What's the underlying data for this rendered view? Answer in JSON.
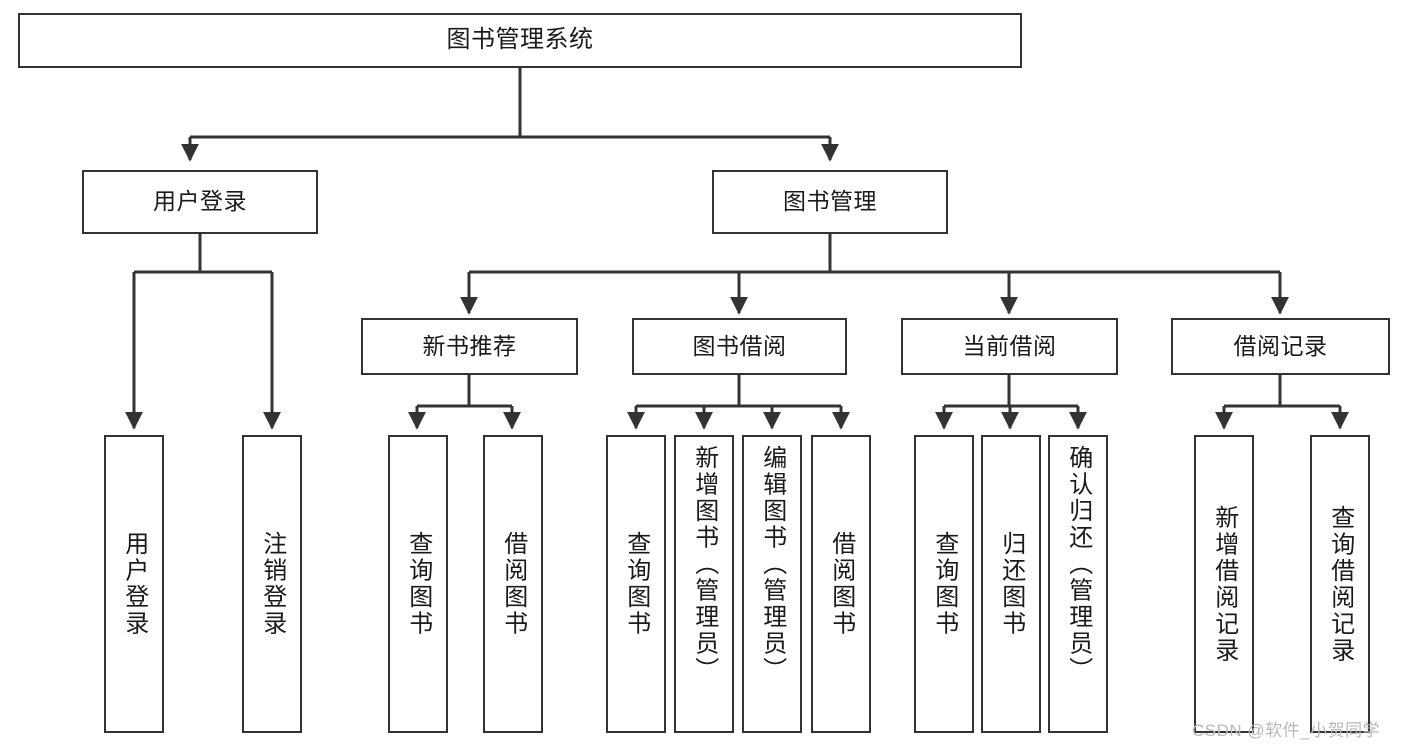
{
  "diagram": {
    "title": "图书管理系统",
    "type": "tree",
    "style": {
      "border_color": "#333333",
      "node_fill": "#ffffff",
      "edge_color": "#333333",
      "background": "#ffffff",
      "watermark_color": "#b9b9b9"
    },
    "watermark": "CSDN @软件_小贺同学",
    "nodes": {
      "root": {
        "label": "图书管理系统"
      },
      "level2": [
        {
          "id": "user-login",
          "label": "用户登录"
        },
        {
          "id": "book-manage",
          "label": "图书管理"
        }
      ],
      "level3": [
        {
          "id": "new-book-recommend",
          "label": "新书推荐"
        },
        {
          "id": "book-borrow",
          "label": "图书借阅"
        },
        {
          "id": "current-borrow",
          "label": "当前借阅"
        },
        {
          "id": "borrow-record",
          "label": "借阅记录"
        }
      ],
      "leaves": {
        "user_login": [
          {
            "id": "leaf-user-login",
            "label": "用户登录"
          },
          {
            "id": "leaf-logout-login",
            "label": "注销登录"
          }
        ],
        "new_book_recommend": [
          {
            "id": "leaf-query-book-1",
            "label": "查询图书"
          },
          {
            "id": "leaf-borrow-book-1",
            "label": "借阅图书"
          }
        ],
        "book_borrow": [
          {
            "id": "leaf-query-book-2",
            "label": "查询图书"
          },
          {
            "id": "leaf-add-book",
            "label": "新增图书（管理员）"
          },
          {
            "id": "leaf-edit-book",
            "label": "编辑图书（管理员）"
          },
          {
            "id": "leaf-borrow-book-2",
            "label": "借阅图书"
          }
        ],
        "current_borrow": [
          {
            "id": "leaf-query-book-3",
            "label": "查询图书"
          },
          {
            "id": "leaf-return-book",
            "label": "归还图书"
          },
          {
            "id": "leaf-confirm-return",
            "label": "确认归还（管理员）"
          }
        ],
        "borrow_record": [
          {
            "id": "leaf-add-record",
            "label": "新增借阅记录"
          },
          {
            "id": "leaf-query-record",
            "label": "查询借阅记录"
          }
        ]
      }
    }
  },
  "chart_data": {
    "type": "table",
    "title": "图书管理系统 功能结构图",
    "structure": [
      {
        "name": "图书管理系统",
        "children": [
          {
            "name": "用户登录",
            "children": [
              {
                "name": "用户登录"
              },
              {
                "name": "注销登录"
              }
            ]
          },
          {
            "name": "图书管理",
            "children": [
              {
                "name": "新书推荐",
                "children": [
                  {
                    "name": "查询图书"
                  },
                  {
                    "name": "借阅图书"
                  }
                ]
              },
              {
                "name": "图书借阅",
                "children": [
                  {
                    "name": "查询图书"
                  },
                  {
                    "name": "新增图书（管理员）"
                  },
                  {
                    "name": "编辑图书（管理员）"
                  },
                  {
                    "name": "借阅图书"
                  }
                ]
              },
              {
                "name": "当前借阅",
                "children": [
                  {
                    "name": "查询图书"
                  },
                  {
                    "name": "归还图书"
                  },
                  {
                    "name": "确认归还（管理员）"
                  }
                ]
              },
              {
                "name": "借阅记录",
                "children": [
                  {
                    "name": "新增借阅记录"
                  },
                  {
                    "name": "查询借阅记录"
                  }
                ]
              }
            ]
          }
        ]
      }
    ]
  }
}
